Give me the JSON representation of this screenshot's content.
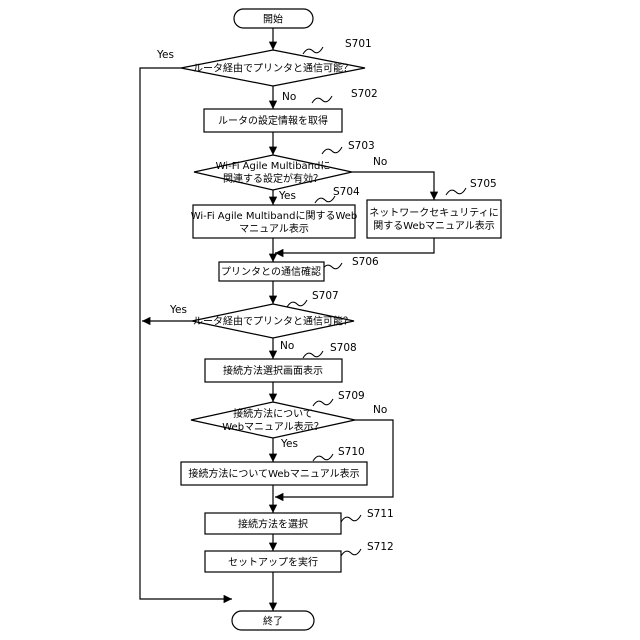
{
  "nodes": {
    "start": "開始",
    "s701": [
      "ルータ経由でプリンタと通信可能？"
    ],
    "s702": [
      "ルータの設定情報を取得"
    ],
    "s703": [
      "Wi-Fi Agile Multibandに",
      "関連する設定が有効？"
    ],
    "s704": [
      "Wi-Fi Agile Multibandに関するWeb",
      "マニュアル表示"
    ],
    "s705": [
      "ネットワークセキュリティに",
      "関するWebマニュアル表示"
    ],
    "s706": [
      "プリンタとの通信確認"
    ],
    "s707": [
      "ルータ経由でプリンタと通信可能？"
    ],
    "s708": [
      "接続方法選択画面表示"
    ],
    "s709": [
      "接続方法について",
      "Webマニュアル表示？"
    ],
    "s710": [
      "接続方法についてWebマニュアル表示"
    ],
    "s711": [
      "接続方法を選択"
    ],
    "s712": [
      "セットアップを実行"
    ],
    "end": "終了"
  },
  "step_labels": {
    "s701": "S701",
    "s702": "S702",
    "s703": "S703",
    "s704": "S704",
    "s705": "S705",
    "s706": "S706",
    "s707": "S707",
    "s708": "S708",
    "s709": "S709",
    "s710": "S710",
    "s711": "S711",
    "s712": "S712"
  },
  "edge_labels": {
    "s701_yes": "Yes",
    "s701_no": "No",
    "s703_yes": "Yes",
    "s703_no": "No",
    "s707_yes": "Yes",
    "s707_no": "No",
    "s709_yes": "Yes",
    "s709_no": "No"
  }
}
